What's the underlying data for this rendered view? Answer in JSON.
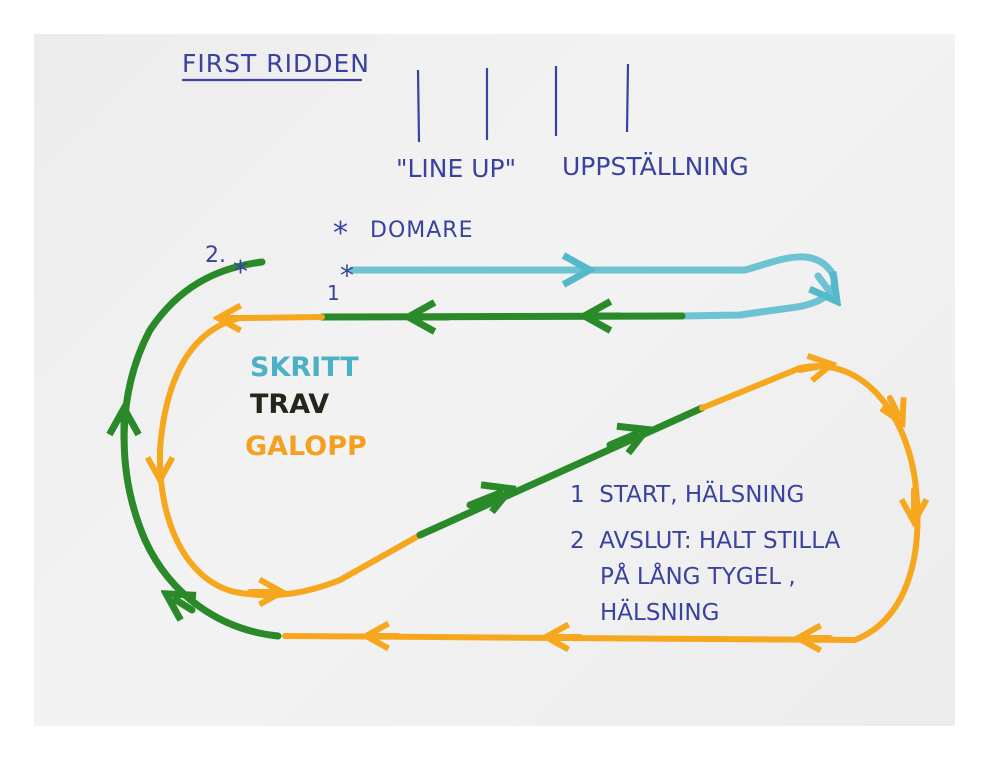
{
  "title": "FIRST RIDDEN",
  "lineup": {
    "quoted": "\"LINE UP\"",
    "translation": "UPPSTÄLLNING"
  },
  "judge": {
    "marker": "*",
    "label": "DOMARE"
  },
  "markers": {
    "start": "1",
    "end": "2."
  },
  "legend": [
    {
      "label": "SKRITT",
      "color": "#4cb0c6"
    },
    {
      "label": "TRAV",
      "color": "#23261a"
    },
    {
      "label": "GALOPP",
      "color": "#f4a020"
    }
  ],
  "notes": [
    "1  START, HÄLSNING",
    "2  AVSLUT: HALT STILLA",
    "PÅ LÅNG TYGEL ,",
    "HÄLSNING"
  ],
  "colors": {
    "skritt": "#6ec3d3",
    "trav": "#2a8a2a",
    "galopp": "#f6a71e",
    "ink": "#3a42a0"
  }
}
